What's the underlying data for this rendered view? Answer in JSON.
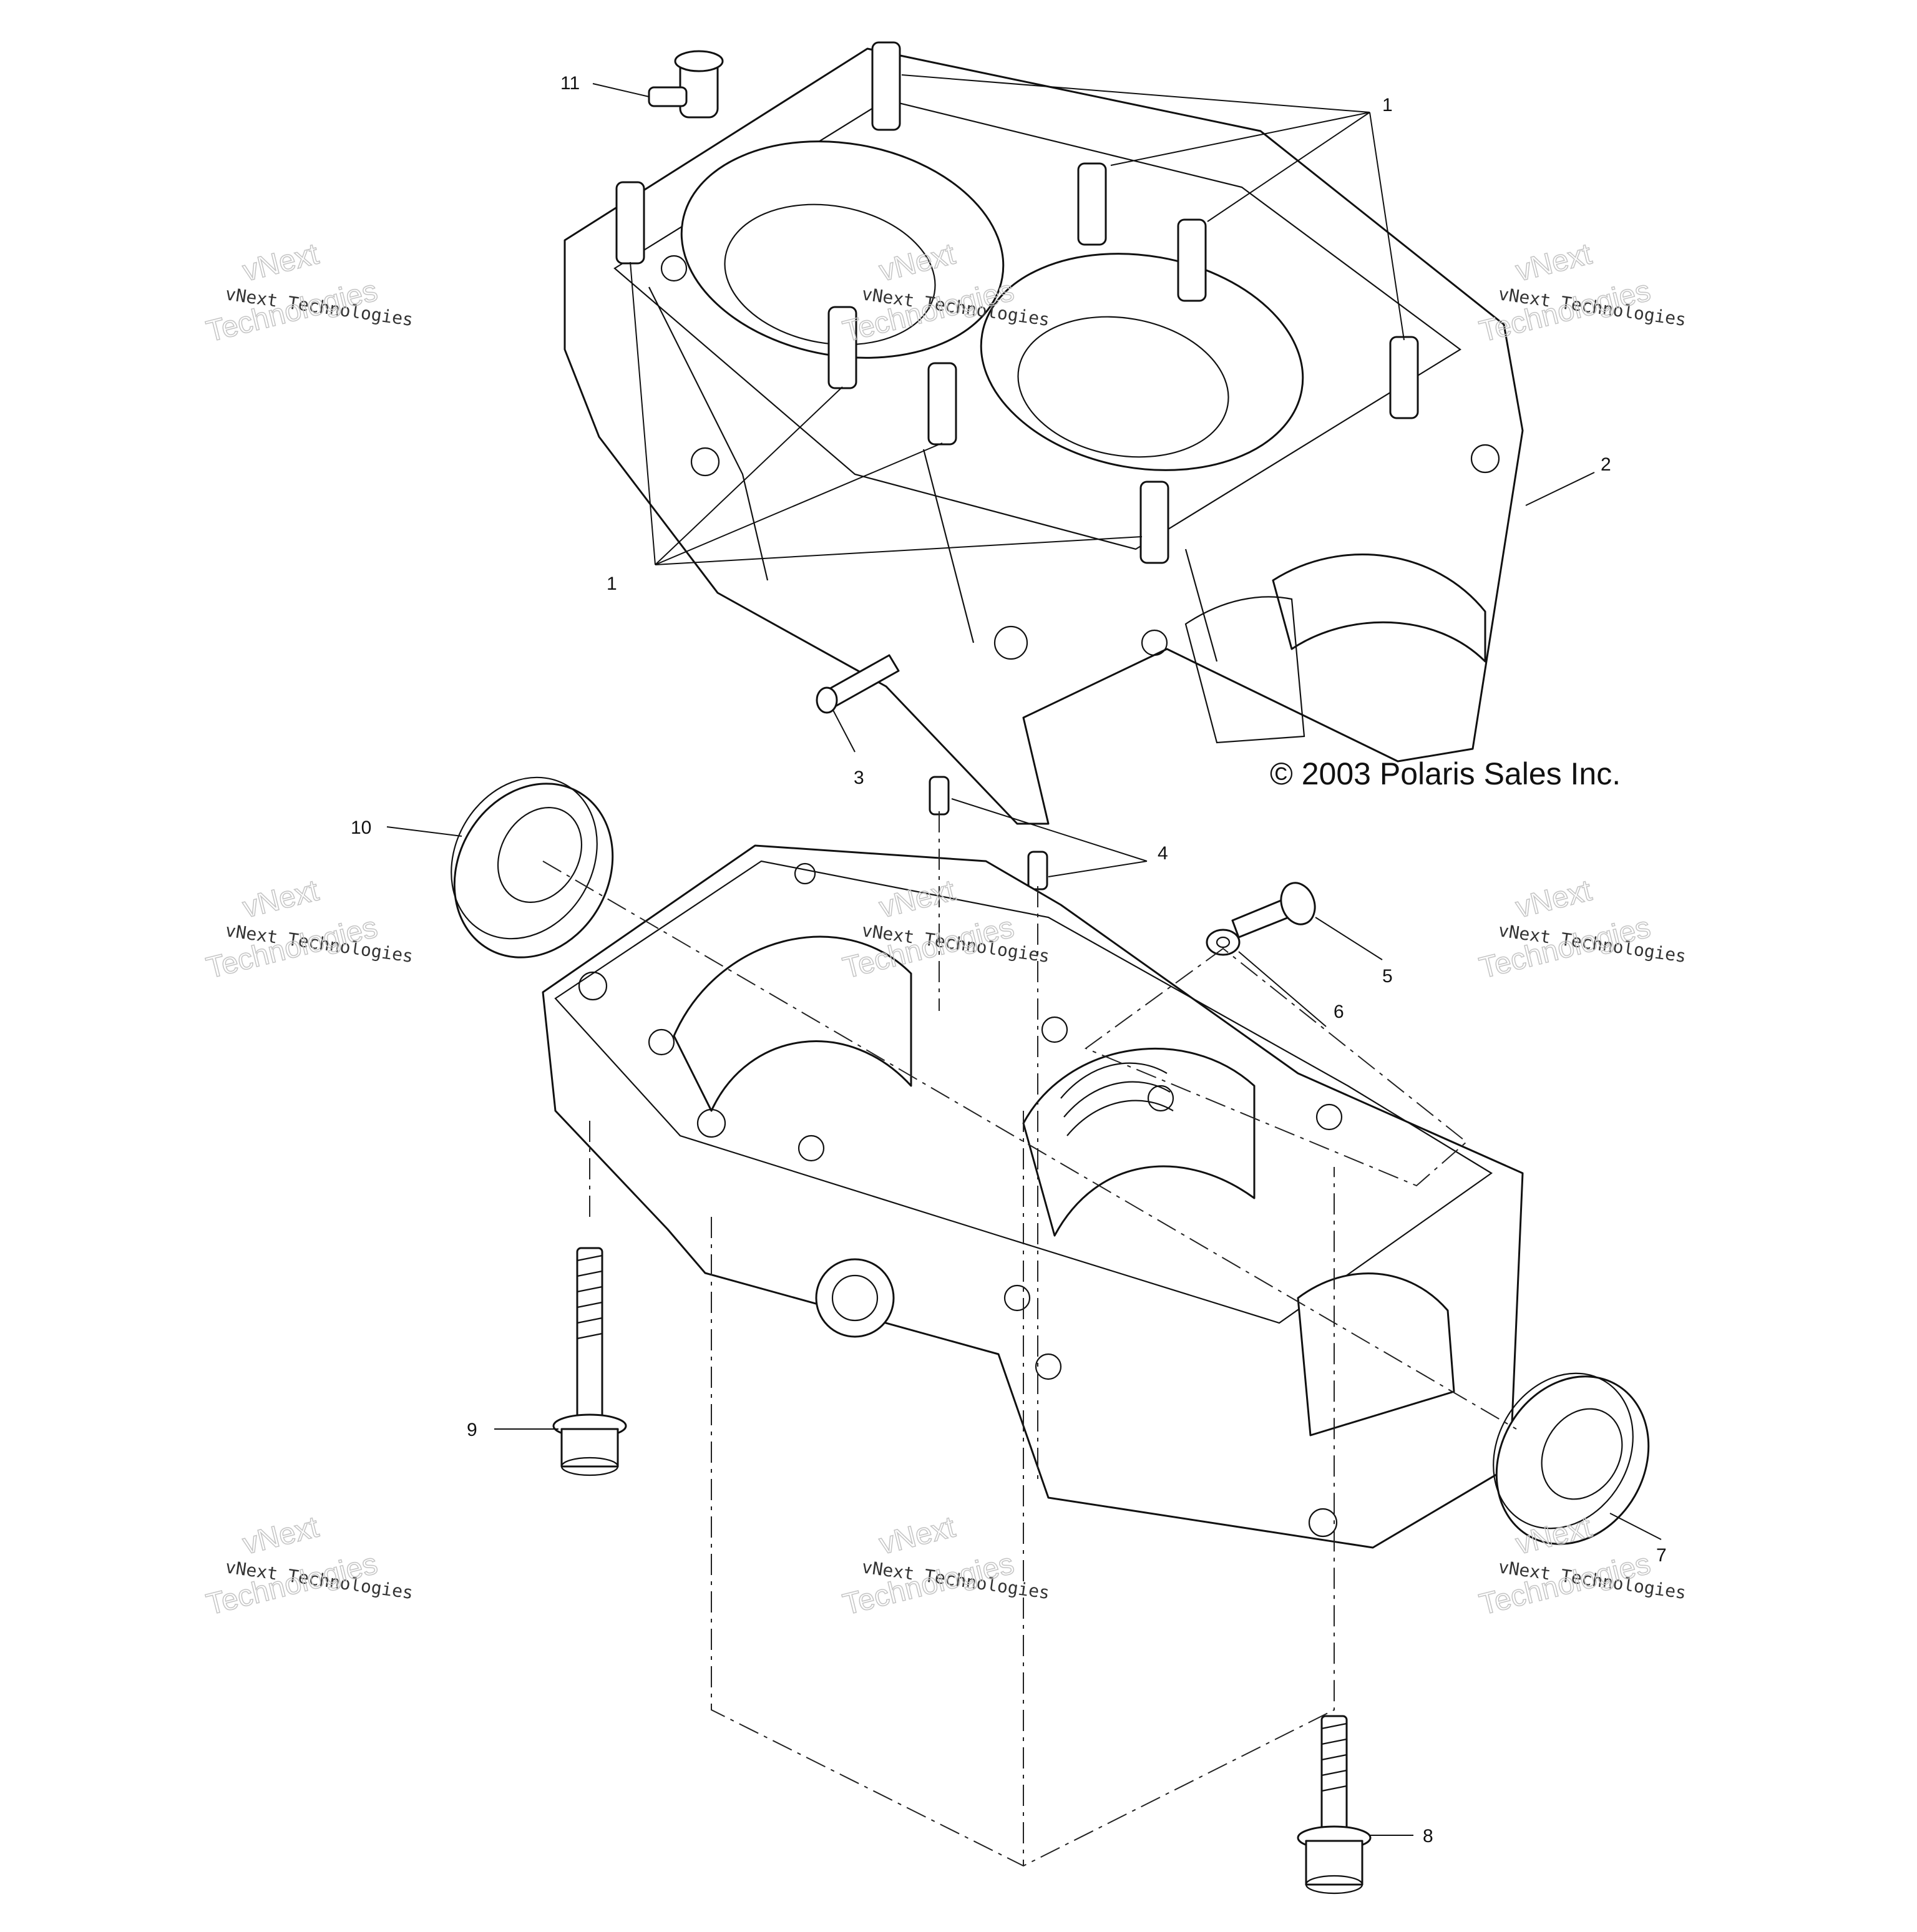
{
  "diagram": {
    "copyright": "© 2003 Polaris Sales Inc.",
    "callouts": {
      "c1_top": "1",
      "c1_bottom": "1",
      "c2": "2",
      "c3": "3",
      "c4": "4",
      "c5": "5",
      "c6": "6",
      "c7": "7",
      "c8": "8",
      "c9": "9",
      "c10": "10",
      "c11": "11"
    },
    "watermark": {
      "line1": "vNext Technologies",
      "line2": "vNext",
      "line3": "Technologies"
    }
  }
}
